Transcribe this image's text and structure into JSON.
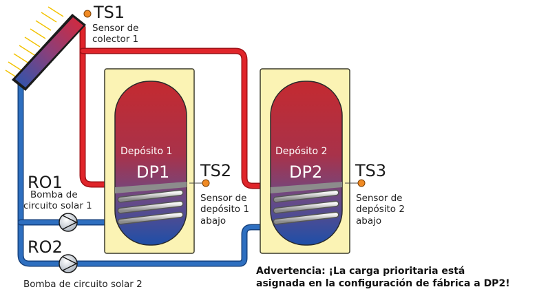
{
  "colors": {
    "hot_pipe": "#e0252a",
    "cold_pipe": "#1f5fae",
    "tank_box": "#fbf3b4",
    "tank_top": "#c42a30",
    "tank_bottom": "#1e4fa8",
    "sensor_dot": "#f08a24"
  },
  "sensors": {
    "ts1": {
      "label": "TS1",
      "desc1": "Sensor de",
      "desc2": "colector 1"
    },
    "ts2": {
      "label": "TS2",
      "desc1": "Sensor de",
      "desc2": "depósito 1",
      "desc3": "abajo"
    },
    "ts3": {
      "label": "TS3",
      "desc1": "Sensor de",
      "desc2": "depósito 2",
      "desc3": "abajo"
    }
  },
  "pumps": {
    "ro1": {
      "label": "RO1",
      "desc1": "Bomba de",
      "desc2": "circuito solar 1"
    },
    "ro2": {
      "label": "RO2",
      "desc": "Bomba de circuito solar 2"
    }
  },
  "tanks": {
    "dp1": {
      "sub": "Depósito 1",
      "name": "DP1"
    },
    "dp2": {
      "sub": "Depósito 2",
      "name": "DP2"
    }
  },
  "warning": {
    "line1": "Advertencia: ¡La carga prioritaria está",
    "line2": "asignada en la configuración de fábrica a DP2!"
  }
}
